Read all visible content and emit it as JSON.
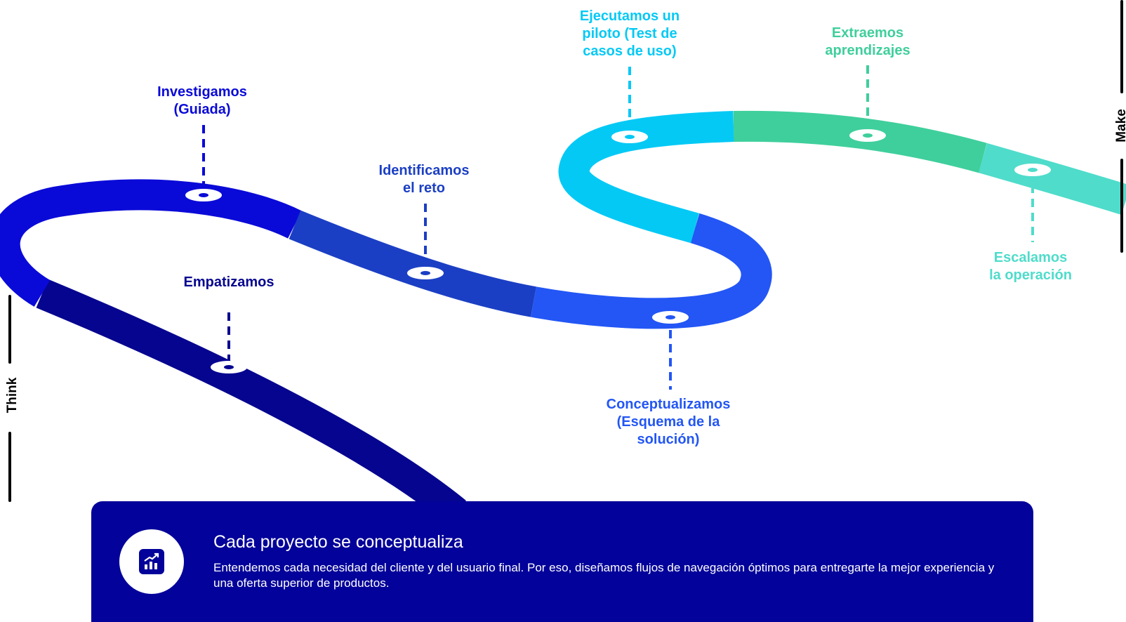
{
  "side_labels": {
    "think": "Think",
    "make": "Make"
  },
  "steps": [
    {
      "label": "Empatizamos",
      "color": "#05058f"
    },
    {
      "label": "Investigamos\n(Guiada)",
      "color": "#0a0ad8"
    },
    {
      "label": "Identificamos\nel reto",
      "color": "#1b3fc4"
    },
    {
      "label": "Conceptualizamos\n(Esquema de la\nsolución)",
      "color": "#2356f5"
    },
    {
      "label": "Ejecutamos un\npiloto (Test de\ncasos de uso)",
      "color": "#05c9f5"
    },
    {
      "label": "Extraemos\naprendizajes",
      "color": "#3fcf9c"
    },
    {
      "label": "Escalamos\nla operación",
      "color": "#4fdccb"
    }
  ],
  "card": {
    "title": "Cada proyecto se conceptualiza",
    "text": "Entendemos cada necesidad del cliente y del usuario final. Por eso, diseñamos flujos de navegación óptimos para entregarte la mejor experiencia y una oferta superior de productos.",
    "icon": "chart-growth-icon"
  }
}
